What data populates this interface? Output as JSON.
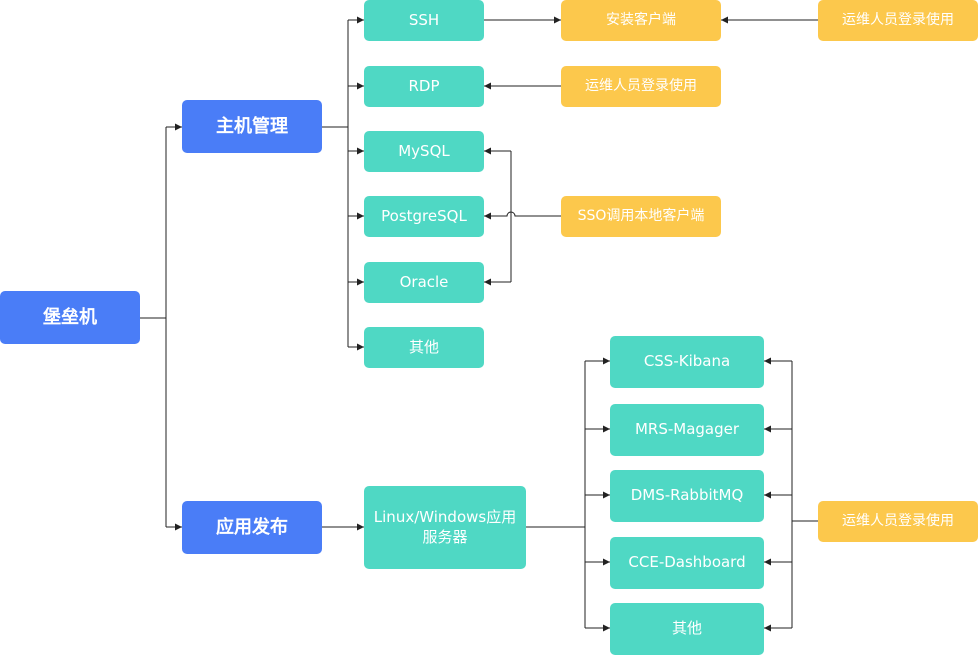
{
  "colors": {
    "primary": "#4a7df7",
    "secondary": "#4fd8c4",
    "note": "#fcc84c",
    "edge": "#222222"
  },
  "nodes": {
    "root": "堡垒机",
    "host_mgmt": "主机管理",
    "app_publish": "应用发布",
    "ssh": "SSH",
    "rdp": "RDP",
    "mysql": "MySQL",
    "postgresql": "PostgreSQL",
    "oracle": "Oracle",
    "other_host": "其他",
    "app_server": "Linux/Windows应用服务器",
    "css_kibana": "CSS-Kibana",
    "mrs_magager": "MRS-Magager",
    "dms_rabbitmq": "DMS-RabbitMQ",
    "cce_dashboard": "CCE-Dashboard",
    "other_app": "其他",
    "install_client": "安装客户端",
    "ops_login_1": "运维人员登录使用",
    "ops_login_2": "运维人员登录使用",
    "sso_local": "SSO调用本地客户端",
    "ops_login_3": "运维人员登录使用"
  }
}
